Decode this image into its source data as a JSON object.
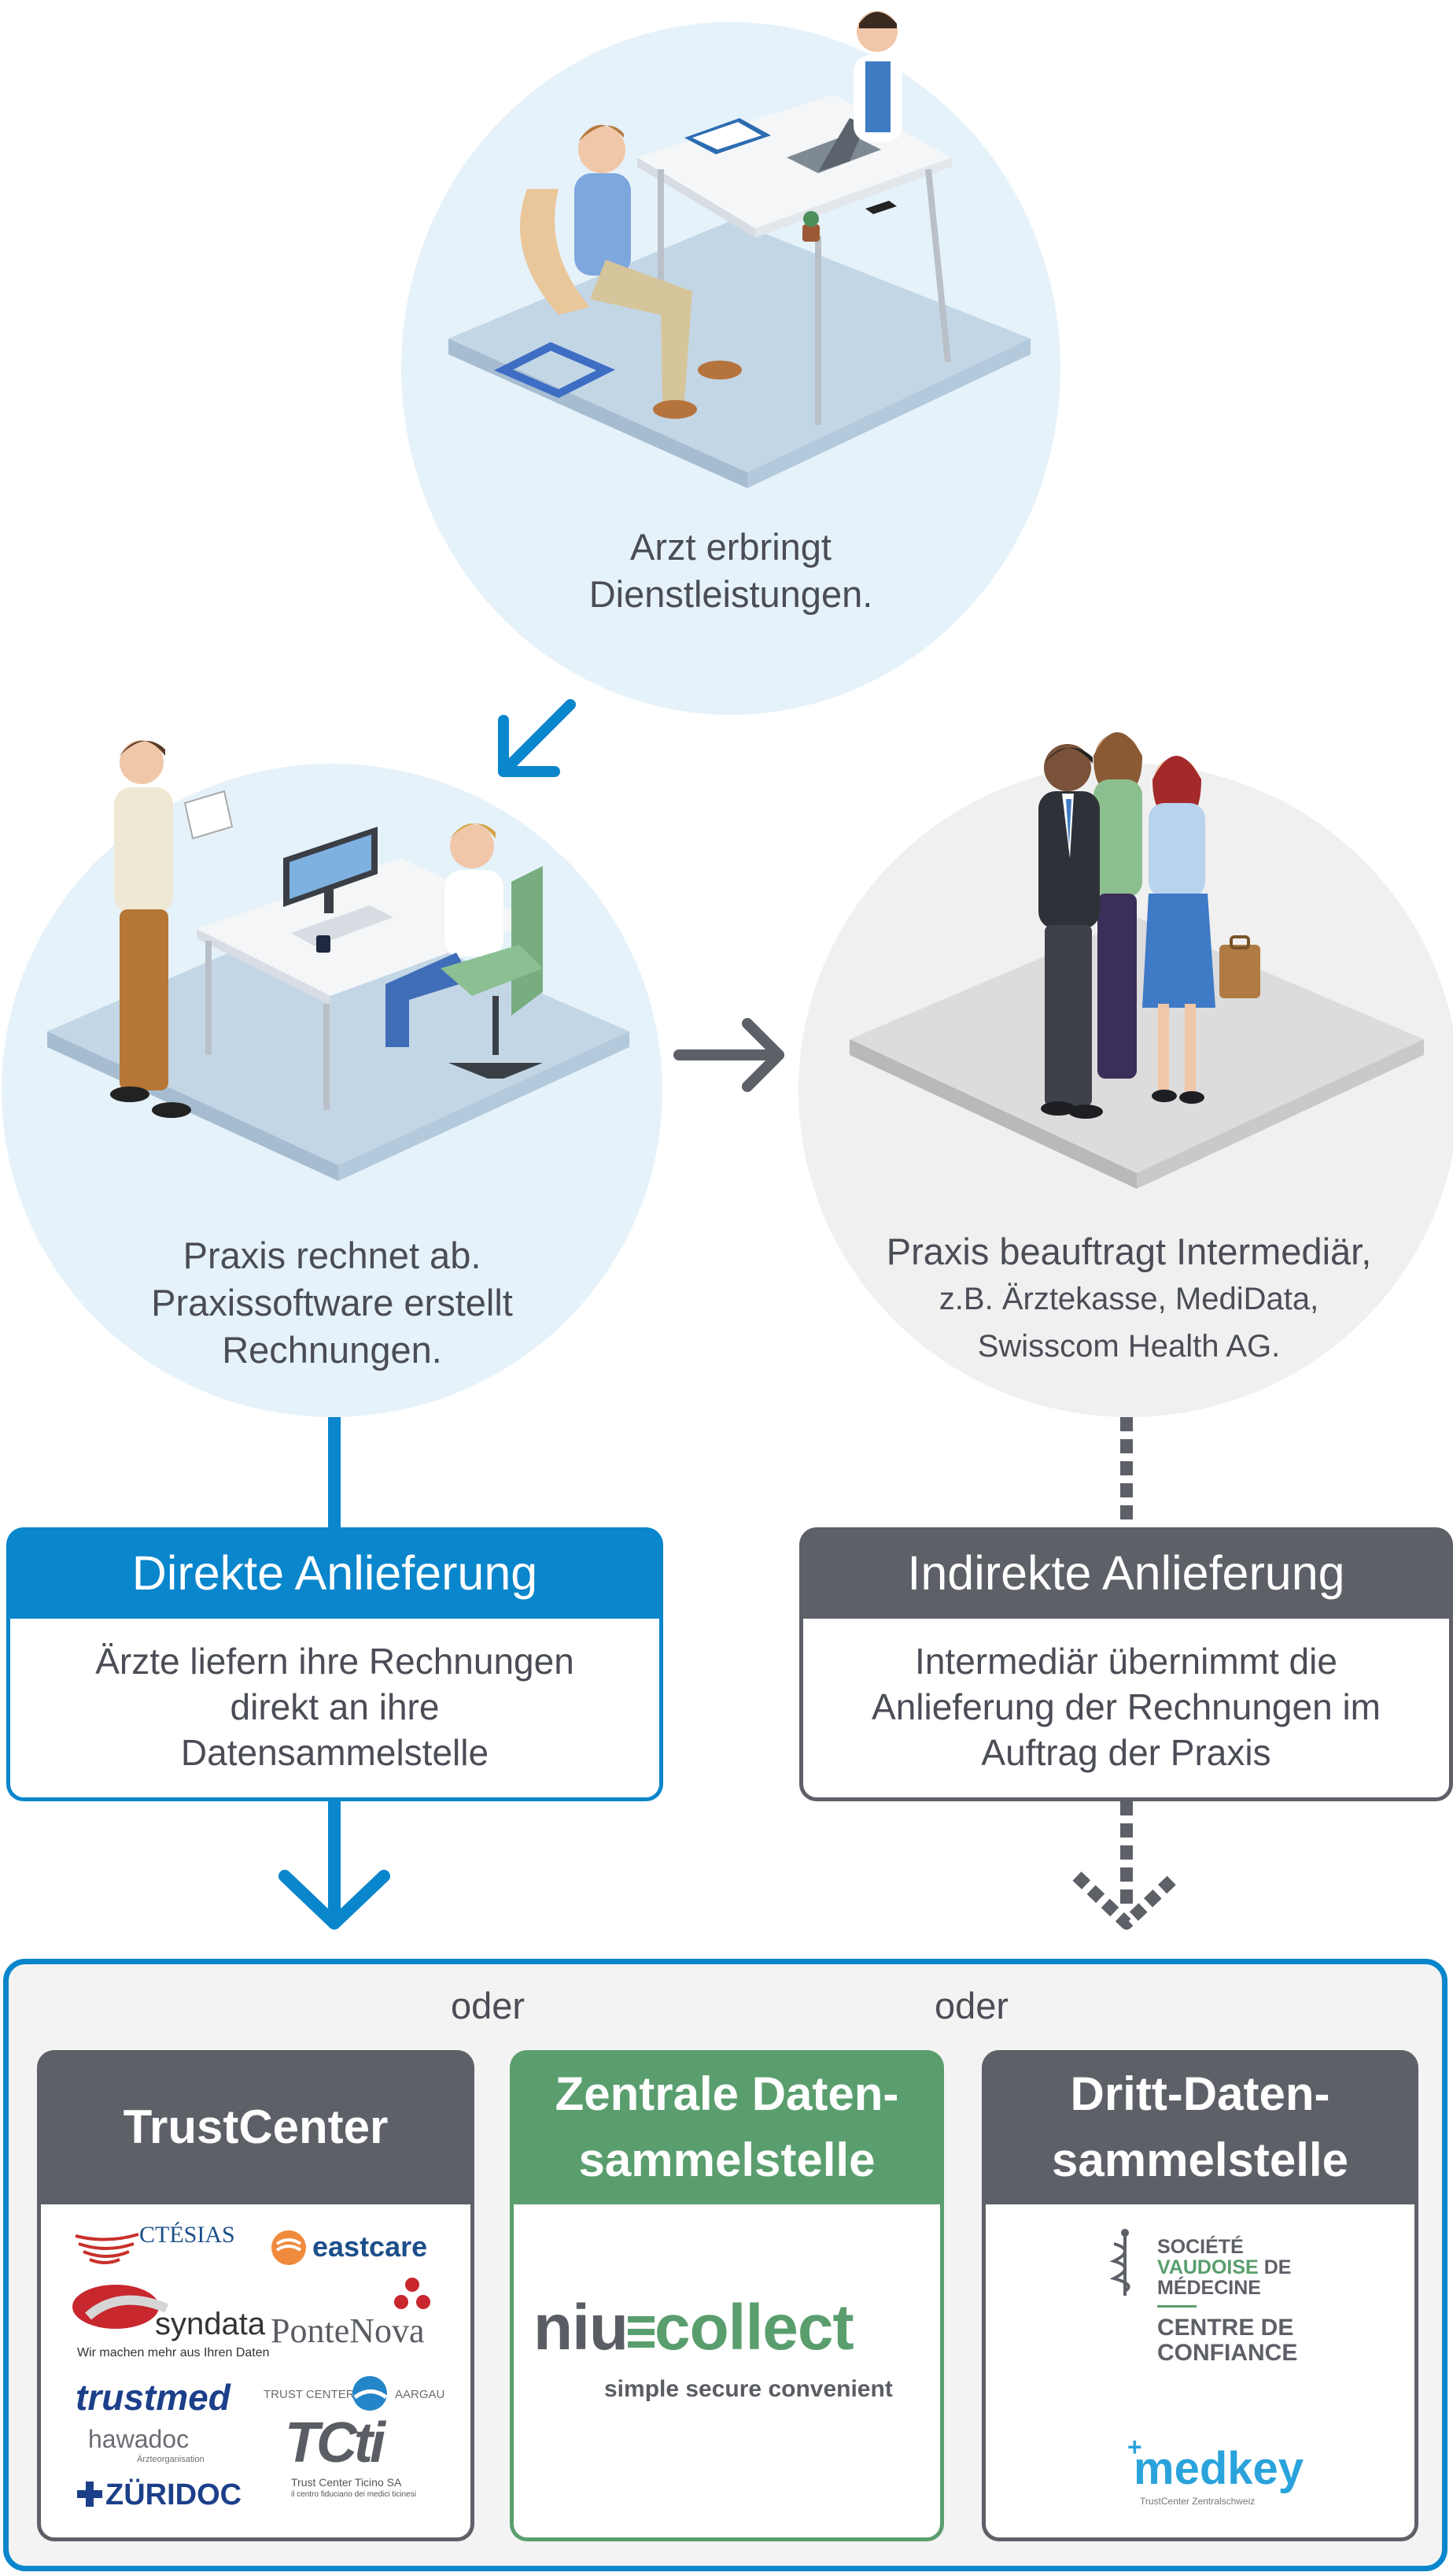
{
  "steps": {
    "doctor": {
      "line1": "Arzt erbringt",
      "line2": "Dienstleistungen."
    },
    "practice": {
      "line1": "Praxis rechnet ab.",
      "line2": "Praxissoftware erstellt",
      "line3": "Rechnungen."
    },
    "intermediary": {
      "line1": "Praxis beauftragt Intermediär,",
      "line2": "z.B. Ärztekasse, MediData,",
      "line3": "Swisscom Health AG."
    }
  },
  "direct": {
    "title": "Direkte Anlieferung",
    "line1": "Ärzte liefern ihre Rechnungen",
    "line2": "direkt an ihre",
    "line3": "Datensammelstelle"
  },
  "indirect": {
    "title": "Indirekte Anlieferung",
    "line1": "Intermediär übernimmt die",
    "line2": "Anlieferung der Rechnungen im",
    "line3": "Auftrag der Praxis"
  },
  "connectors": {
    "or1": "oder",
    "or2": "oder"
  },
  "destinations": {
    "trustcenter": {
      "title": "TrustCenter",
      "logos": {
        "ctesias": "CTÉSIAS",
        "eastcare": "eastcare",
        "syndata": "syndata",
        "syndata_tagline": "Wir machen mehr aus Ihren Daten",
        "pontenova": "PonteNova",
        "trustmed": "trustmed",
        "aargau": "TRUST CENTER",
        "aargau2": "AARGAU",
        "hawadoc": "hawadoc",
        "hawadoc_sub": "Ärzteorganisation",
        "tcti": "TCti",
        "tcti_sub1": "Trust Center Ticino SA",
        "tcti_sub2": "il centro fiduciario dei medici ticinesi",
        "zuridoc": "ZÜRIDOC"
      }
    },
    "central": {
      "title_line1": "Zentrale Daten-",
      "title_line2": "sammelstelle",
      "logo_a": "niu",
      "logo_b": "collect",
      "tagline": "simple secure convenient"
    },
    "third": {
      "title_line1": "Dritt-Daten-",
      "title_line2": "sammelstelle",
      "svm1": "SOCIÉTÉ",
      "svm2": "VAUDOISE",
      "svm2b": "DE",
      "svm3": "MÉDECINE",
      "svm4": "CENTRE DE",
      "svm5": "CONFIANCE",
      "medkey": "medkey",
      "medkey_sub": "TrustCenter Zentralschweiz"
    }
  },
  "colors": {
    "blue": "#0a86cc",
    "dark_gray": "#5e6068",
    "green": "#5a9e6e",
    "light_blue": "#e6f2fa",
    "light_gray": "#f0f0f0"
  }
}
